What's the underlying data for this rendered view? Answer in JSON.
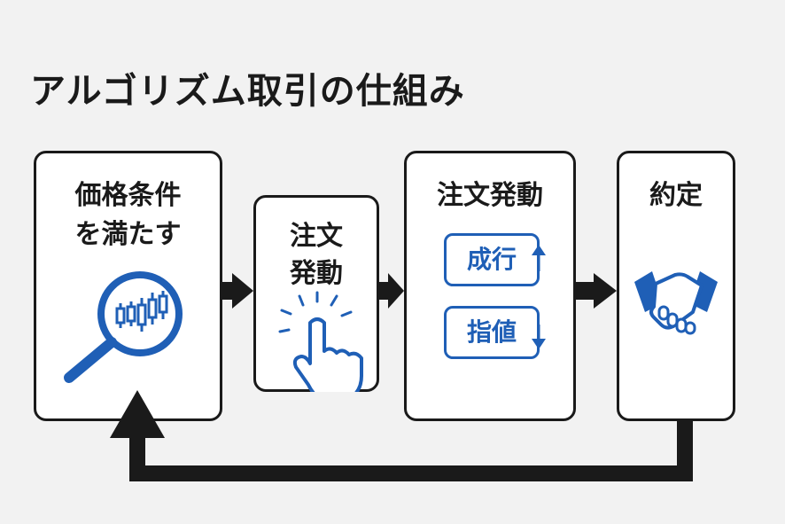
{
  "title": "アルゴリズム取引の仕組み",
  "steps": [
    {
      "line1": "価格条件",
      "line2": "を満たす",
      "icon": "magnifier-candlestick-icon"
    },
    {
      "line1": "注文",
      "line2": "発動",
      "icon": "tap-hand-icon"
    },
    {
      "label": "注文発動",
      "orders": [
        {
          "label": "成行",
          "icon": "arrow-up-icon"
        },
        {
          "label": "指値",
          "icon": "arrow-down-icon"
        }
      ]
    },
    {
      "label": "約定",
      "icon": "handshake-icon"
    }
  ],
  "colors": {
    "accent": "#1f5fb6",
    "dark": "#1a1a1a",
    "background": "#f2f2f2"
  }
}
